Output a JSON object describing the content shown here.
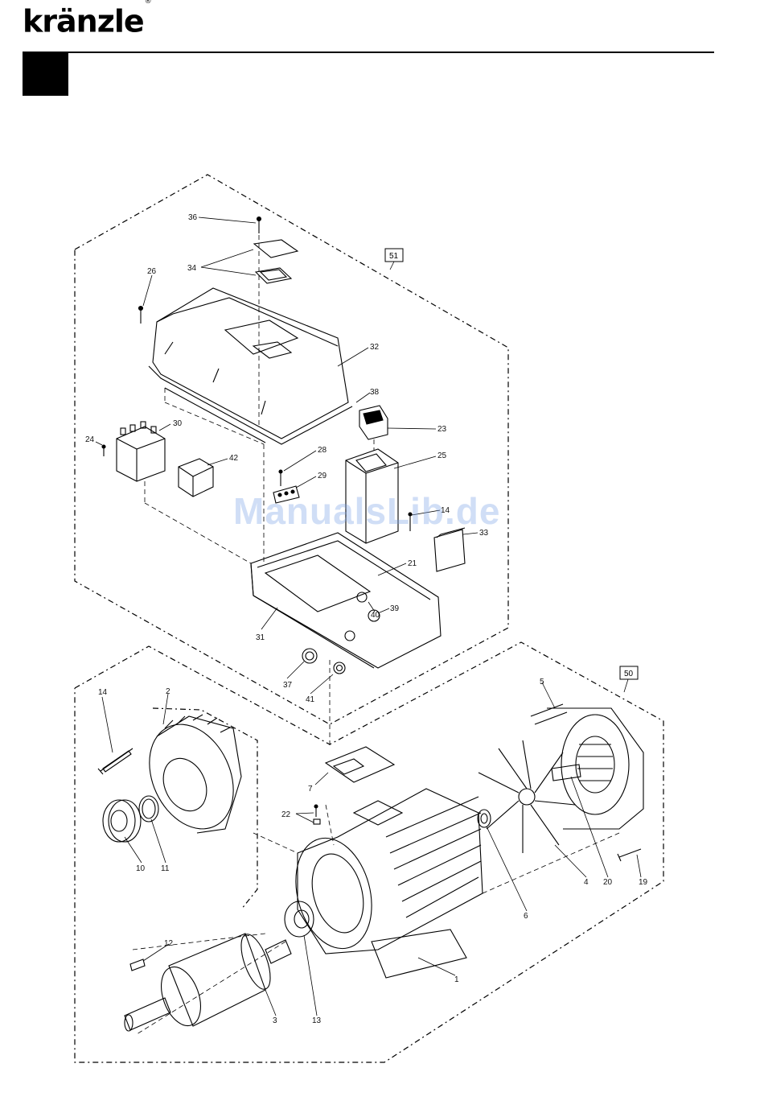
{
  "header": {
    "brand": "kränzle",
    "registered": "®"
  },
  "watermark": "ManualsLib.de",
  "group_labels": {
    "upper": "51",
    "lower": "50"
  },
  "callouts": {
    "c36": "36",
    "c34": "34",
    "c26": "26",
    "c32": "32",
    "c38": "38",
    "c30": "30",
    "c24": "24",
    "c42": "42",
    "c28": "28",
    "c29": "29",
    "c23": "23",
    "c25": "25",
    "c14a": "14",
    "c33": "33",
    "c21": "21",
    "c39": "39",
    "c40": "40",
    "c31": "31",
    "c37": "37",
    "c41": "41",
    "c14b": "14",
    "c2": "2",
    "c5": "5",
    "c7": "7",
    "c22": "22",
    "c10": "10",
    "c11": "11",
    "c4": "4",
    "c20": "20",
    "c19": "19",
    "c6": "6",
    "c12": "12",
    "c1": "1",
    "c3": "3",
    "c13": "13"
  }
}
